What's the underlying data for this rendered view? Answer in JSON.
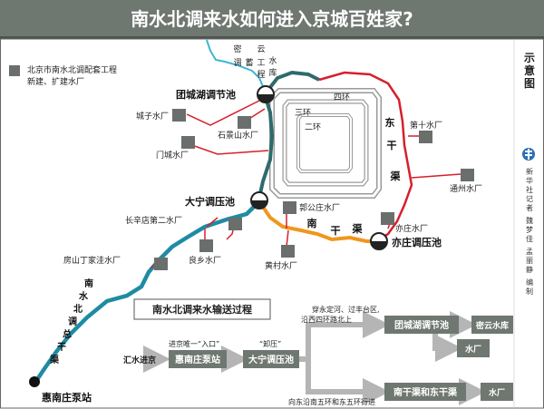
{
  "title": "南水北调来水如何进入京城百姓家?",
  "sidebar_title": "示意图",
  "credit": [
    "新华社记者",
    "魏梦佳",
    "孟丽静",
    "编制"
  ],
  "legend": {
    "line1": "北京市南水北调配套工程",
    "line2": "新建、扩建水厂"
  },
  "ring_labels": {
    "second": "二环",
    "third": "三环",
    "fourth": "四环"
  },
  "route_labels": {
    "miyun_chars": [
      "密",
      "云"
    ],
    "tiaoxu_chars": [
      "调",
      "蓄"
    ],
    "gongcheng_char": "工",
    "cheng_char": "程",
    "shui_char": "水",
    "ku_char": "库",
    "east_canal_chars": [
      "东",
      "干",
      "渠"
    ],
    "south_canal_chars": [
      "南",
      "干",
      "渠"
    ],
    "main_canal_chars": [
      "南",
      "水",
      "北",
      "调",
      "总",
      "干",
      "渠"
    ]
  },
  "stations": {
    "tuancheng": "团城湖调节池",
    "daning": "大宁调压池",
    "yizhuang": "亦庄调压池",
    "huinanzhuang": "惠南庄泵站"
  },
  "plants": {
    "chengzi": "城子水厂",
    "shijingshan": "石景山水厂",
    "mentougou": "门城水厂",
    "changxindian": "长辛店第二水厂",
    "liangxiang": "良乡水厂",
    "fangshan": "房山丁家洼水厂",
    "guogongzhuang": "郭公庄水厂",
    "huangcun": "黄村水厂",
    "tenth": "第十水厂",
    "tongzhou": "通州水厂",
    "yizhuang": "亦庄水厂"
  },
  "process": {
    "title": "南水北调来水输送过程",
    "jinjing": "汇水进京",
    "huinan_box": "惠南庄泵站",
    "daning_box": "大宁调压池",
    "tuancheng_box": "团城湖调节池",
    "nangan_box": "南干渠和东干渠",
    "miyun_box": "密云水库",
    "plant_box_1": "水厂",
    "plant_box_2": "水厂",
    "entrance": "进京唯一“入口”",
    "yaya": "“卸压”",
    "north_route_1": "穿永定河、过丰台区,",
    "north_route_2": "沿西四环路北上",
    "east_route": "向东沿南五环和东五环行进"
  },
  "colors": {
    "title_bg": "#6f7771",
    "plant_marker": "#6a6f6c",
    "main_canal": "#1f8ba3",
    "north_line": "#2f6a6c",
    "east_canal": "#d6202c",
    "south_canal": "#f0961e",
    "miyun_line": "#3cb6d4",
    "ring": "#999999",
    "process_box": "#6f7771"
  }
}
